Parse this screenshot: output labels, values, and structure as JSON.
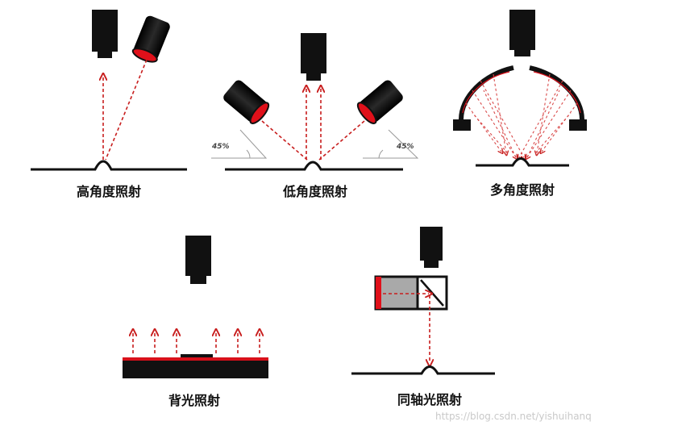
{
  "labels": {
    "high_angle": "高角度照射",
    "low_angle": "低角度照射",
    "multi_angle": "多角度照射",
    "backlight": "背光照射",
    "coaxial": "同轴光照射",
    "angle_left": "45%",
    "angle_right": "45%",
    "watermark": "https://blog.csdn.net/yishuihanq"
  },
  "colors": {
    "ray": "#c81e1e",
    "camera": "#111111",
    "lens": "#e0101a",
    "backlight_strip": "#d8101a"
  }
}
